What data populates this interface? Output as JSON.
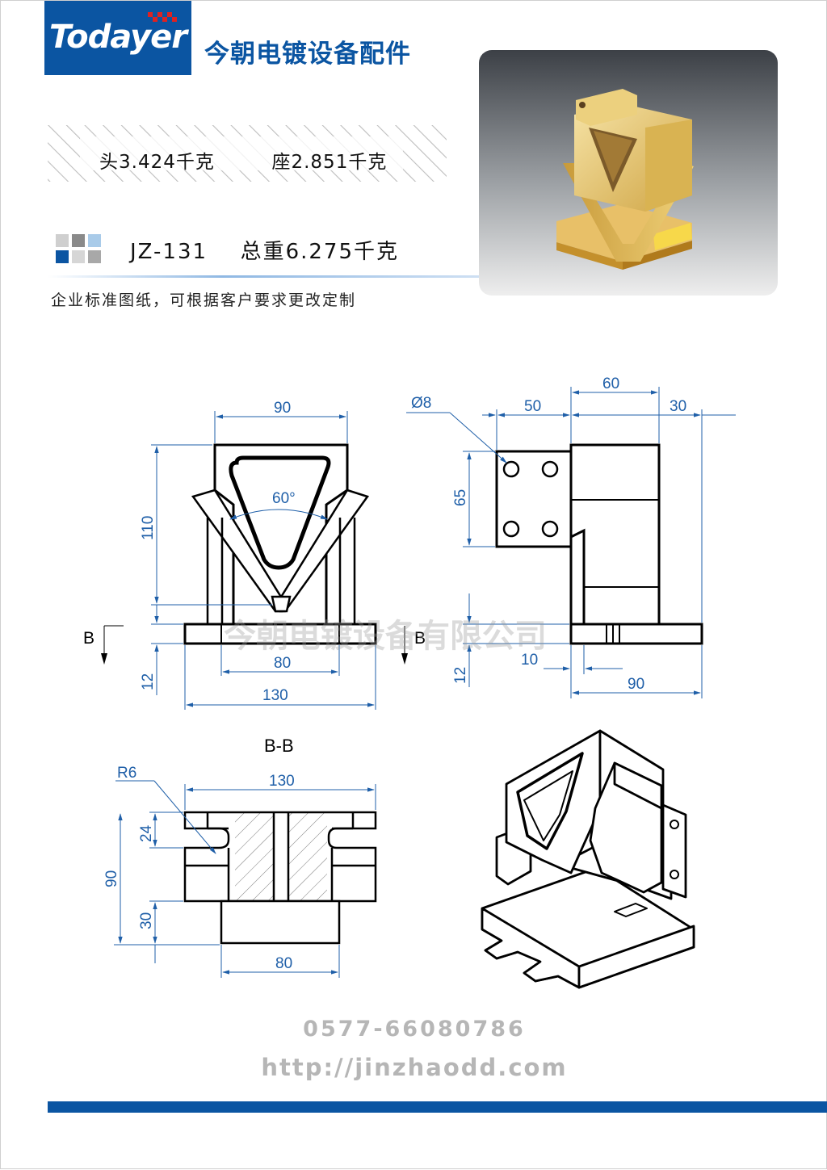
{
  "brand": {
    "logo": "Todayer",
    "name_cn": "今朝电镀设备配件"
  },
  "weights": {
    "head": "头3.424千克",
    "seat": "座2.851千克"
  },
  "model": {
    "code": "JZ-131",
    "total": "总重6.275千克"
  },
  "note": "企业标准图纸，可根据客户要求更改定制",
  "watermark": "今朝电镀设备有限公司",
  "front_view": {
    "dim_width_top": "90",
    "dim_height": "110",
    "dim_angle": "60°",
    "dim_base_inner": "80",
    "dim_base_total": "130",
    "dim_base_thick": "12",
    "section_mark": "B"
  },
  "side_view": {
    "dim_hole": "Ø8",
    "dim_50": "50",
    "dim_60": "60",
    "dim_30": "30",
    "dim_65": "65",
    "dim_10": "10",
    "dim_90": "90",
    "dim_12": "12",
    "section_mark": "B"
  },
  "section_view": {
    "title": "B-B",
    "dim_radius": "R6",
    "dim_width": "130",
    "dim_24": "24",
    "dim_90": "90",
    "dim_30": "30",
    "dim_80": "80"
  },
  "contact": {
    "phone": "0577-66080786",
    "website": "http://jinzhaodd.com"
  },
  "colors": {
    "brand_blue": "#0b55a2",
    "dim_blue": "#1f5fa8",
    "gray_text": "#b6b6b6"
  }
}
